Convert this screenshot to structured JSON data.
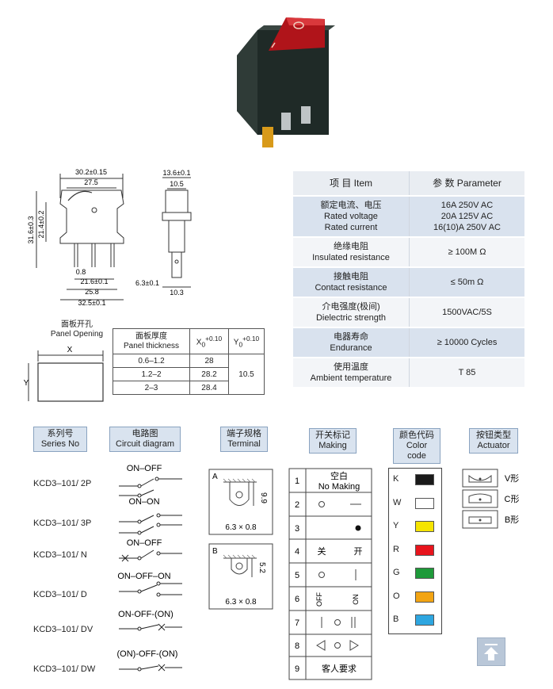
{
  "param_table": {
    "header": {
      "item": "项 目  Item",
      "param": "参 数  Parameter"
    },
    "rows": [
      {
        "zh": "额定电流、电压",
        "en1": "Rated voltage",
        "en2": "Rated current",
        "v1": "16A  250V AC",
        "v2": "20A 125V AC",
        "v3": "16(10)A  250V AC"
      },
      {
        "zh": "绝缘电阻",
        "en": "Insulated resistance",
        "v": "≥ 100M Ω"
      },
      {
        "zh": "接触电阻",
        "en": "Contact resistance",
        "v": "≤ 50m Ω"
      },
      {
        "zh": "介电强度(极间)",
        "en": "Dielectric strength",
        "v": "1500VAC/5S"
      },
      {
        "zh": "电器寿命",
        "en": "Endurance",
        "v": "≥ 10000 Cycles"
      },
      {
        "zh": "使用温度",
        "en": "Ambient temperature",
        "v": "T 85"
      }
    ]
  },
  "dims": {
    "top_w": "30.2±0.15",
    "inner_w": "27.5",
    "h1": "31.6±0.3",
    "h2": "21.4±0.2",
    "pin_t": "0.8",
    "pin_sp": "21.6±0.1",
    "base_w": "25.8",
    "total_w": "32.5±0.1",
    "side_w": "13.6±0.1",
    "side_inner": "10.5",
    "side_h": "6.3±0.1",
    "side_base": "10.3"
  },
  "panel_opening": {
    "zh": "面板开孔",
    "en": "Panel Opening",
    "x": "X",
    "y": "Y"
  },
  "thickness_table": {
    "h_zh": "面板厚度",
    "h_en": "Panel thickness",
    "hx": "X",
    "hx_sup": "+0.10",
    "hx_sub": "0",
    "hy": "Y",
    "hy_sup": "+0.10",
    "hy_sub": "0",
    "rows": [
      [
        "0.6–1.2",
        "28"
      ],
      [
        "1.2–2",
        "28.2"
      ],
      [
        "2–3",
        "28.4"
      ]
    ],
    "y_val": "10.5"
  },
  "headers": {
    "series": [
      "系列号",
      "Series No"
    ],
    "circuit": [
      "电路图",
      "Circuit diagram"
    ],
    "terminal": [
      "端子规格",
      "Terminal"
    ],
    "making": [
      "开关标记",
      "Making"
    ],
    "color": [
      "颜色代码",
      "Color code"
    ],
    "actuator": [
      "按钮类型",
      "Actuator"
    ]
  },
  "series": [
    "KCD3–101/ 2P",
    "KCD3–101/ 3P",
    "KCD3–101/ N",
    "KCD3–101/ D",
    "KCD3–101/ DV",
    "KCD3–101/ DW"
  ],
  "circuits": [
    "ON–OFF",
    "ON–ON",
    "ON–OFF",
    "ON–OFF–ON",
    "ON-OFF-(ON)",
    "(ON)-OFF-(ON)"
  ],
  "terminal": {
    "a_label": "A",
    "a_dim": "9.9",
    "a_size": "6.3 × 0.8",
    "b_label": "B",
    "b_dim": "5.2",
    "b_size": "6.3 × 0.8"
  },
  "making": {
    "nums": [
      "1",
      "2",
      "3",
      "4",
      "5",
      "6",
      "7",
      "8",
      "9"
    ],
    "r1_zh": "空白",
    "r1_en": "No Making",
    "r4a": "关",
    "r4b": "开",
    "r6a": "OFF",
    "r6b": "ON",
    "r9": "客人要求"
  },
  "colors": [
    {
      "code": "K",
      "hex": "#1a1a1a"
    },
    {
      "code": "W",
      "hex": "#ffffff"
    },
    {
      "code": "Y",
      "hex": "#f5e400"
    },
    {
      "code": "R",
      "hex": "#e8141c"
    },
    {
      "code": "G",
      "hex": "#1e9a3a"
    },
    {
      "code": "O",
      "hex": "#f2a413"
    },
    {
      "code": "B",
      "hex": "#2ea6e0"
    }
  ],
  "actuators": [
    "V形",
    "C形",
    "B形"
  ]
}
